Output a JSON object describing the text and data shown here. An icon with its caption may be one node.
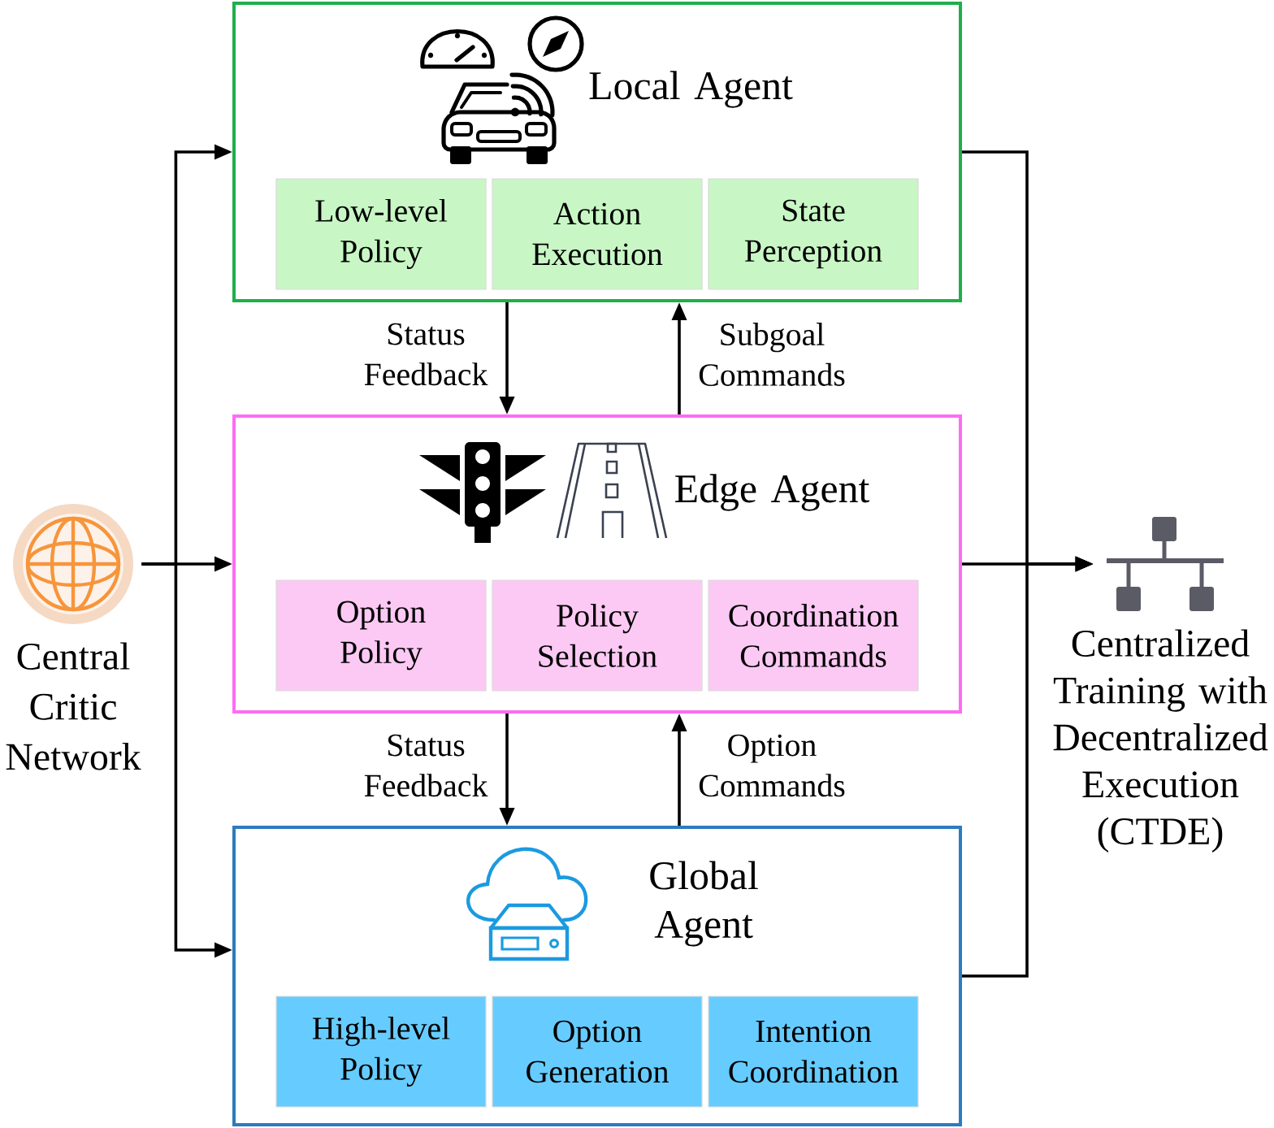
{
  "diagram": {
    "nodes": [
      {
        "text": [
          "Local Agent"
        ]
      },
      {
        "text": [
          "Low-level Policy"
        ],
        "in": 0
      },
      {
        "text": [
          "Action Execution"
        ],
        "in": 0
      },
      {
        "text": [
          "State Perception"
        ],
        "in": 0
      },
      {
        "text": [
          "Edge Agent"
        ]
      },
      {
        "text": [
          "Option Policy"
        ],
        "in": 4
      },
      {
        "text": [
          "Policy Selection"
        ],
        "in": 4
      },
      {
        "text": [
          "Coordination Commands"
        ],
        "in": 4
      },
      {
        "text": [
          "Global Agent"
        ]
      },
      {
        "text": [
          "High-level Policy"
        ],
        "in": 8
      },
      {
        "text": [
          "Option Generation"
        ],
        "in": 8
      },
      {
        "text": [
          "Intention Coordination"
        ],
        "in": 8
      },
      {
        "text": [],
        "shape": "picture",
        "beside": [
          "Central Critic Network"
        ]
      },
      {
        "text": [],
        "shape": "picture",
        "beside": [
          "Centralized Training with Decentralized Execution (CTDE)"
        ]
      }
    ],
    "edges": [
      {
        "from": 0,
        "to": 4,
        "arrow": "to",
        "label": "Status Feedback"
      },
      {
        "from": 4,
        "to": 0,
        "arrow": "to",
        "label": "Subgoal Commands"
      },
      {
        "from": 4,
        "to": 8,
        "arrow": "to",
        "label": "Status Feedback"
      },
      {
        "from": 8,
        "to": 4,
        "arrow": "to",
        "label": "Option Commands"
      },
      {
        "from": 12,
        "to": 0,
        "arrow": "to"
      },
      {
        "from": 12,
        "to": 4,
        "arrow": "to"
      },
      {
        "from": 12,
        "to": 8,
        "arrow": "to"
      },
      {
        "from": 0,
        "to": 13,
        "arrow": "to"
      },
      {
        "from": 4,
        "to": 13,
        "arrow": "to"
      },
      {
        "from": 8,
        "to": 13,
        "arrow": "to"
      }
    ]
  }
}
